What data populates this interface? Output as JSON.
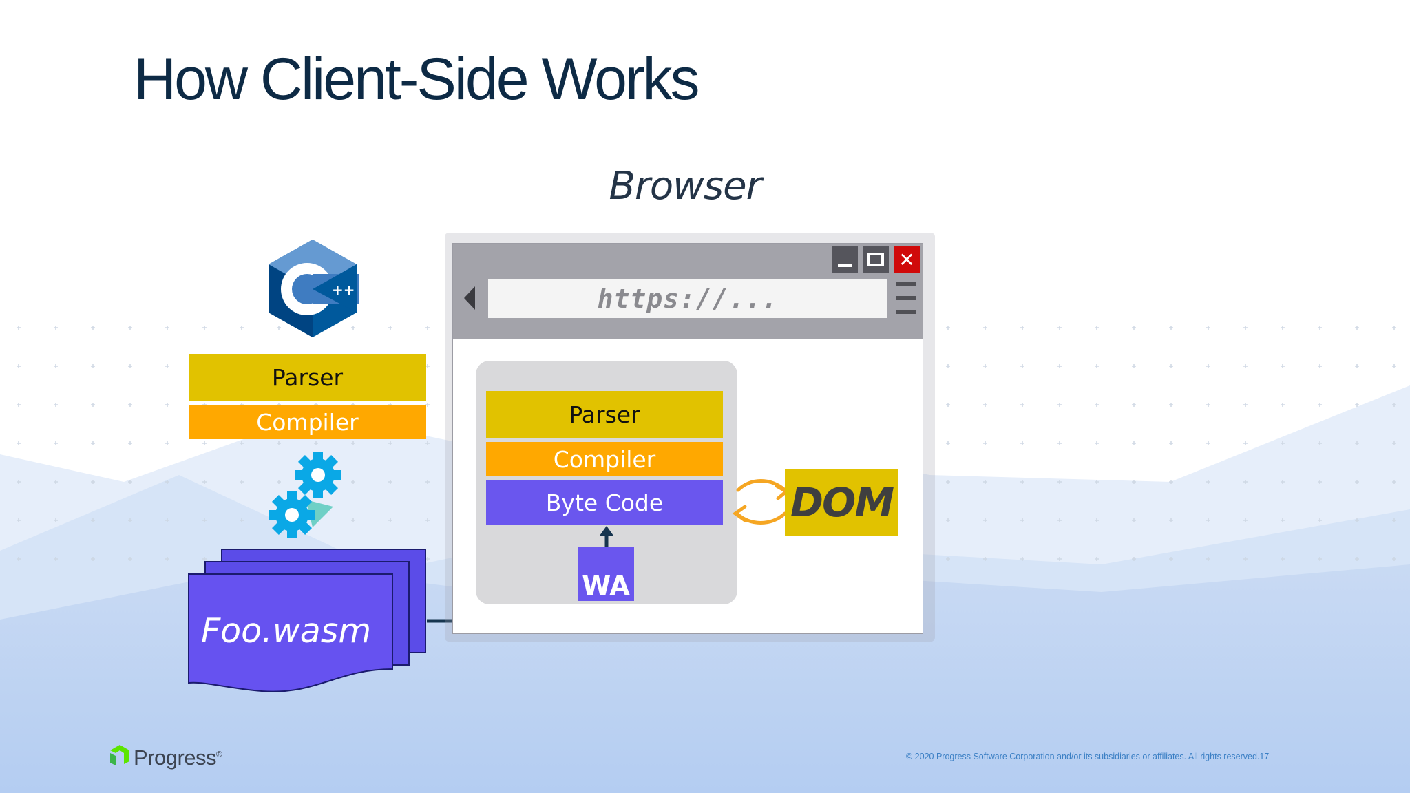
{
  "slide": {
    "title": "How Client-Side Works",
    "browser_label": "Browser",
    "copyright": "© 2020 Progress Software Corporation and/or its subsidiaries or affiliates. All rights reserved.",
    "page_number": "17"
  },
  "left_toolchain": {
    "icon": "cpp-logo-icon",
    "parser_label": "Parser",
    "compiler_label": "Compiler",
    "gears_icon": "gears-icon",
    "file_label": "Foo.wasm"
  },
  "browser_window": {
    "url_text": "https://...",
    "icons": [
      "back-arrow-icon",
      "minimize-icon",
      "maximize-icon",
      "close-icon",
      "menu-icon"
    ],
    "engine": {
      "parser_label": "Parser",
      "compiler_label": "Compiler",
      "bytecode_label": "Byte Code",
      "wa_label": "WA"
    },
    "dom_label": "DOM"
  },
  "brand": {
    "logo_text": "Progress",
    "logo_mark": "®"
  },
  "colors": {
    "parser": "#e1c200",
    "compiler": "#ffa800",
    "bytecode": "#6a56ee",
    "title": "#0d2a45",
    "arrow": "#f5a623",
    "close": "#d00a0a"
  }
}
